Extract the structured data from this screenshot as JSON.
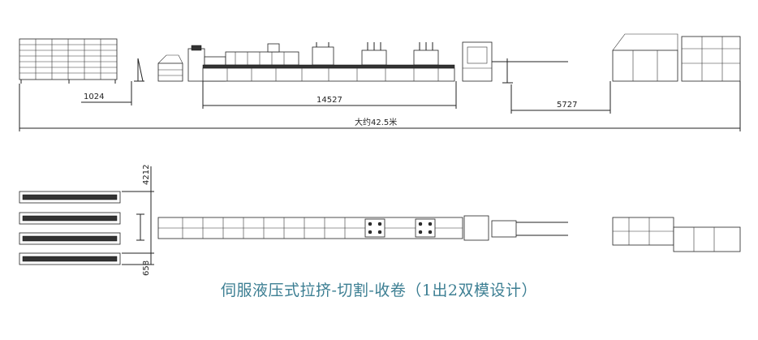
{
  "caption": "伺服液压式拉挤-切割-收卷（1出2双模设计）",
  "dimensions": {
    "d1": "1024",
    "d2": "14527",
    "d3": "5727",
    "total": "大约42.5米",
    "width_top": "4212",
    "width_bottom": "658"
  }
}
